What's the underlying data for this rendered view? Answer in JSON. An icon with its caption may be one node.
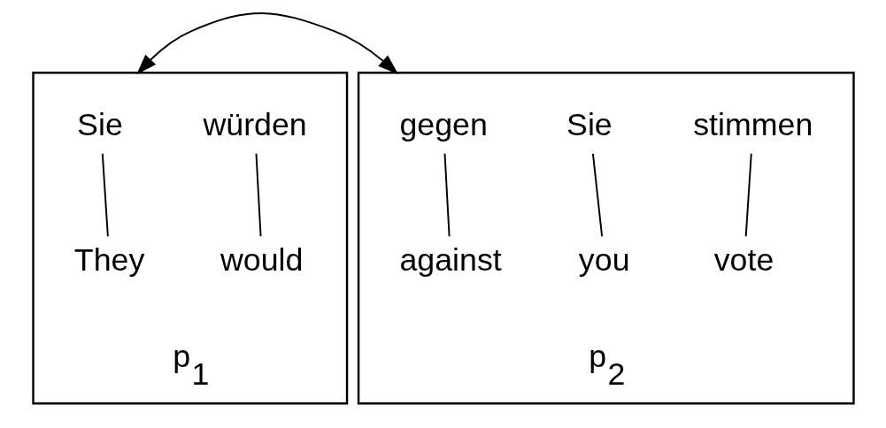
{
  "diagram": {
    "nodes": [
      {
        "text": [],
        "shape": "box",
        "beside": [
          "p$_{1}$"
        ]
      },
      {
        "text": [
          "Sie"
        ],
        "in": 0
      },
      {
        "text": [
          "würden"
        ],
        "in": 0
      },
      {
        "text": [
          "They"
        ],
        "in": 0
      },
      {
        "text": [
          "would"
        ],
        "in": 0
      },
      {
        "text": [],
        "shape": "box",
        "beside": [
          "p$_{2}$"
        ]
      },
      {
        "text": [
          "gegen"
        ],
        "in": 5
      },
      {
        "text": [
          "Sie"
        ],
        "in": 5
      },
      {
        "text": [
          "stimmen"
        ],
        "in": 5
      },
      {
        "text": [
          "vote"
        ],
        "in": 5
      },
      {
        "text": [
          "against"
        ],
        "in": 5
      },
      {
        "text": [
          "you"
        ],
        "in": 5
      }
    ],
    "edges": [
      {
        "from": 0,
        "to": 5,
        "arrow": "both"
      },
      {
        "from": 1,
        "to": 3,
        "arrow": "none"
      },
      {
        "from": 2,
        "to": 4,
        "arrow": "none"
      },
      {
        "from": 6,
        "to": 10,
        "arrow": "none"
      },
      {
        "from": 7,
        "to": 11,
        "arrow": "none"
      },
      {
        "from": 8,
        "to": 9,
        "arrow": "none"
      }
    ]
  }
}
